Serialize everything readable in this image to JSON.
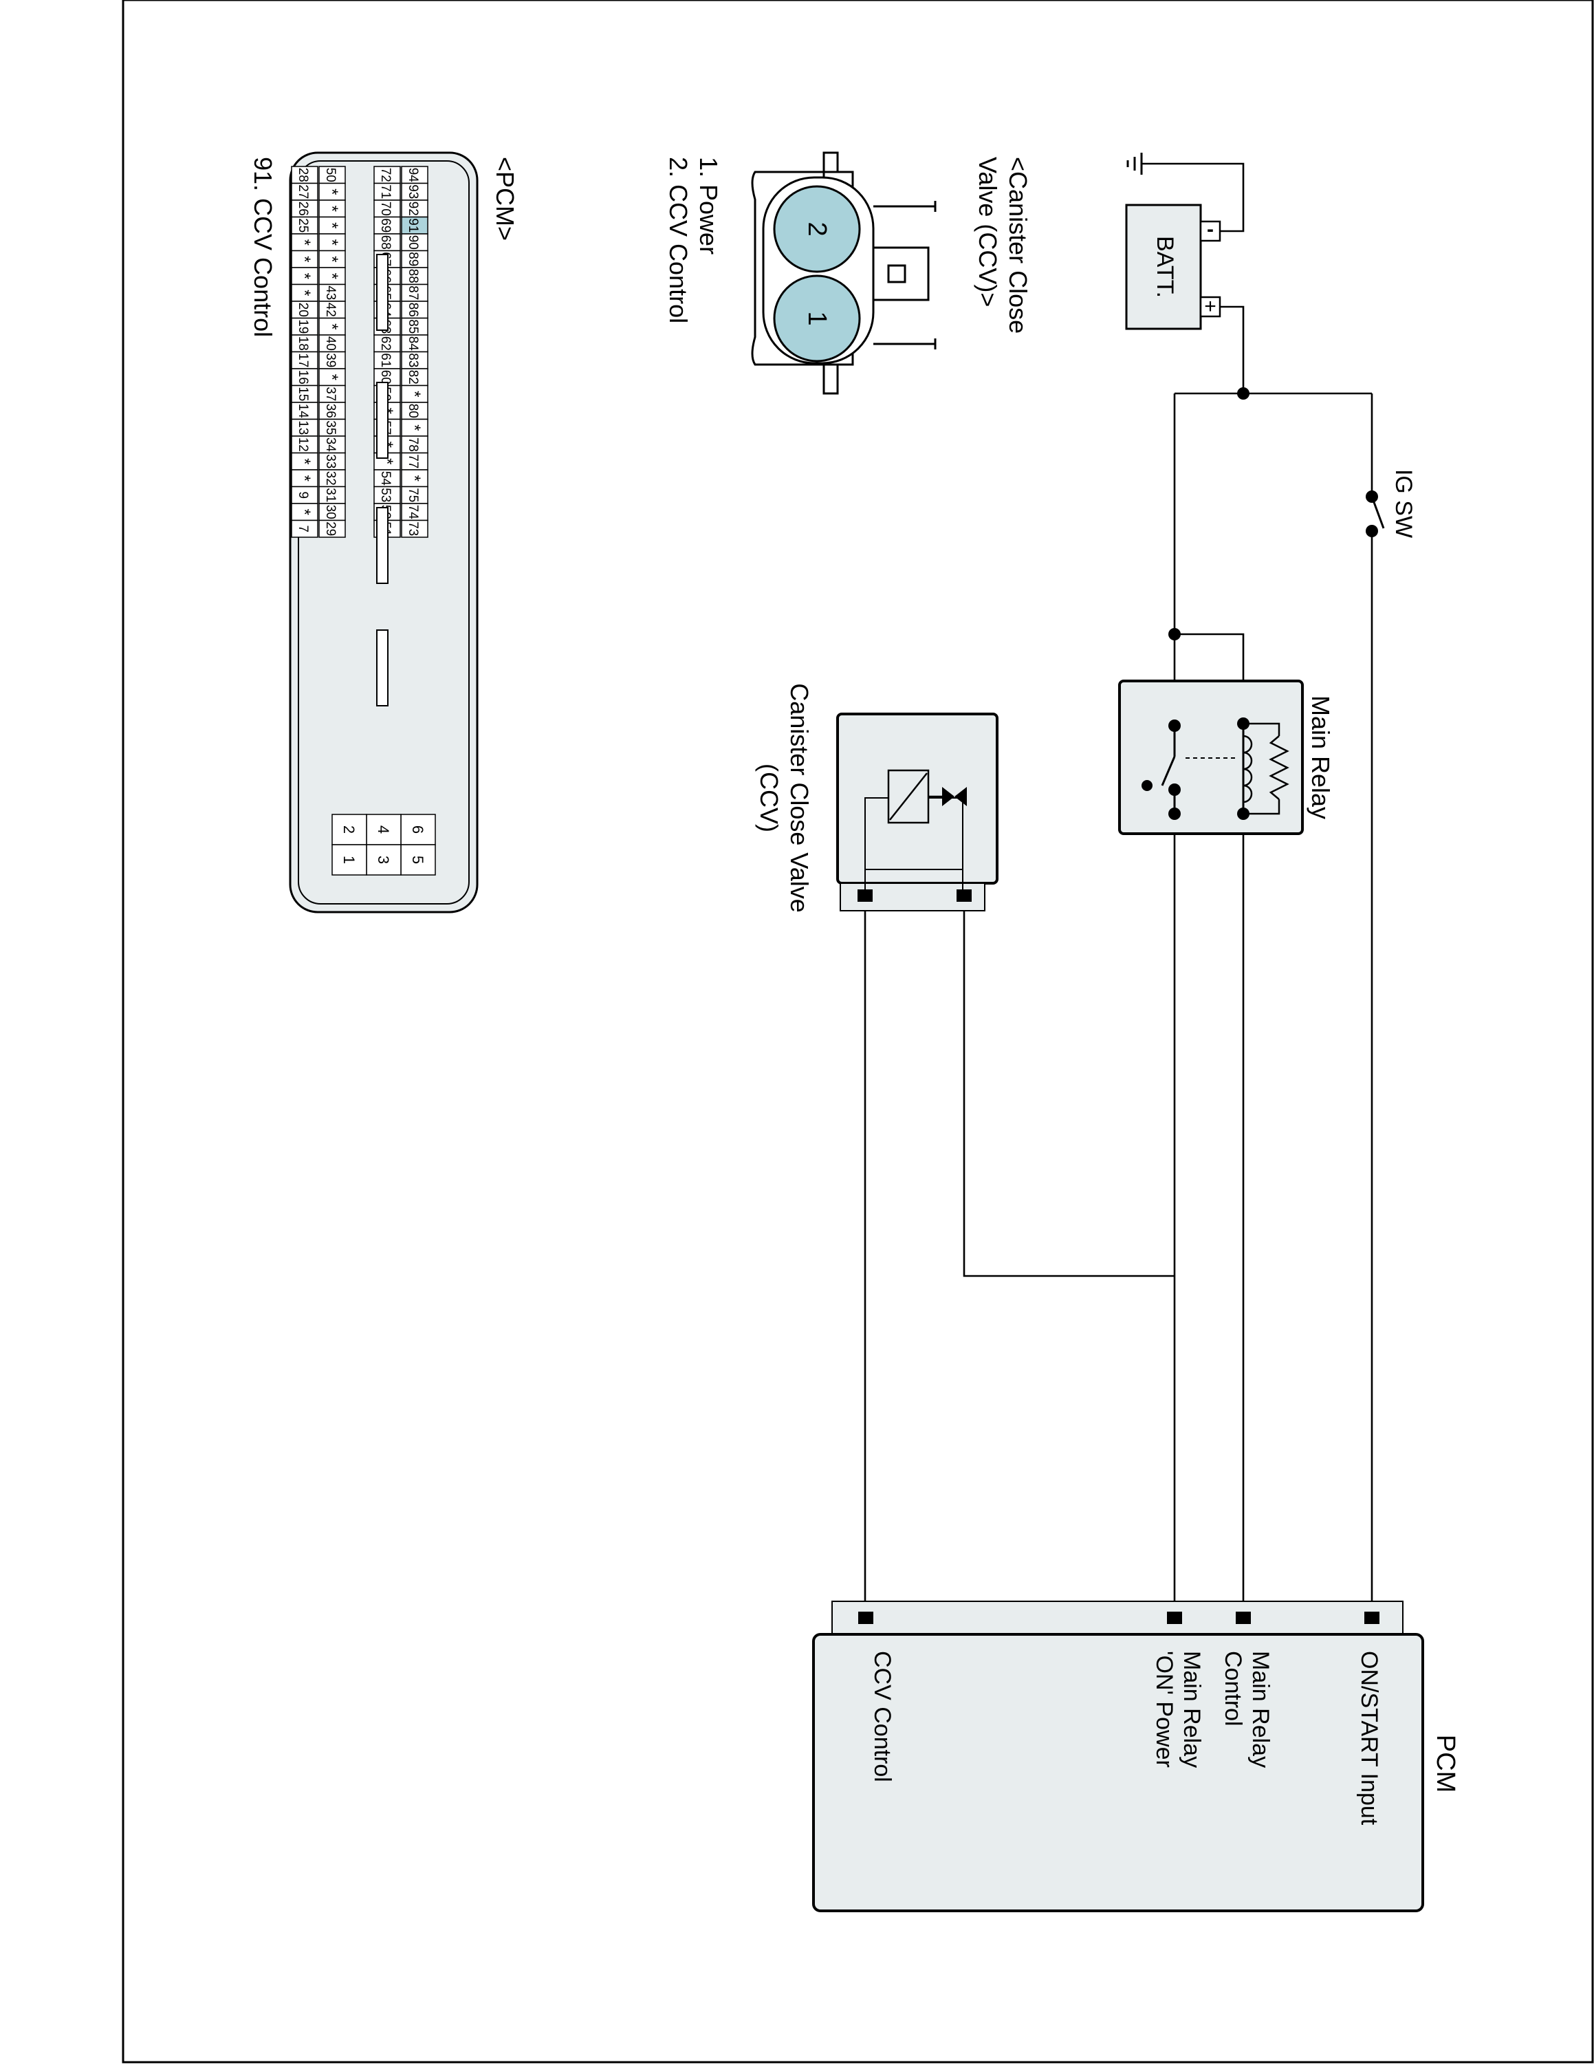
{
  "colors": {
    "component_fill": "#e8edee",
    "pin_highlight": "#add4dc",
    "connector_face": "#a9d2da",
    "line": "#000000"
  },
  "pcm": {
    "title": "PCM",
    "labels": [
      "ON/START Input",
      "Main Relay",
      "Control",
      "Main Relay",
      "'ON' Power",
      "CCV Control"
    ]
  },
  "ig_switch": {
    "label": "IG SW"
  },
  "battery": {
    "label": "BATT.",
    "minus": "-",
    "plus": "+"
  },
  "main_relay": {
    "label": "Main Relay"
  },
  "ccv": {
    "label_lines": [
      "Canister Close Valve",
      "(CCV)"
    ]
  },
  "ccv_connector": {
    "title_lines": [
      "<Canister Close",
      "Valve (CCV)>"
    ],
    "pins": [
      "2",
      "1"
    ],
    "legend": [
      "1. Power",
      "2. CCV Control"
    ]
  },
  "pcm_connector": {
    "title": "<PCM>",
    "highlight_pin": "91",
    "legend": "91. CCV Control",
    "rows": [
      [
        "94",
        "93",
        "92",
        "91",
        "90",
        "89",
        "88",
        "87",
        "86",
        "85",
        "84",
        "83",
        "82",
        "*",
        "80",
        "*",
        "78",
        "77",
        "*",
        "75",
        "74",
        "73"
      ],
      [
        "72",
        "71",
        "70",
        "69",
        "68",
        "67",
        "66",
        "65",
        "64",
        "63",
        "62",
        "61",
        "60",
        "59",
        "*",
        "57",
        "*",
        "*",
        "54",
        "53",
        "52",
        "51"
      ],
      [
        "50",
        "*",
        "*",
        "*",
        "*",
        "*",
        "*",
        "43",
        "42",
        "*",
        "40",
        "39",
        "*",
        "37",
        "36",
        "35",
        "34",
        "33",
        "32",
        "31",
        "30",
        "29"
      ],
      [
        "28",
        "27",
        "26",
        "25",
        "*",
        "*",
        "*",
        "*",
        "20",
        "19",
        "18",
        "17",
        "16",
        "15",
        "14",
        "13",
        "12",
        "*",
        "*",
        "9",
        "*",
        "7"
      ]
    ],
    "small_block": [
      [
        "6",
        "5"
      ],
      [
        "4",
        "3"
      ],
      [
        "2",
        "1"
      ]
    ]
  }
}
